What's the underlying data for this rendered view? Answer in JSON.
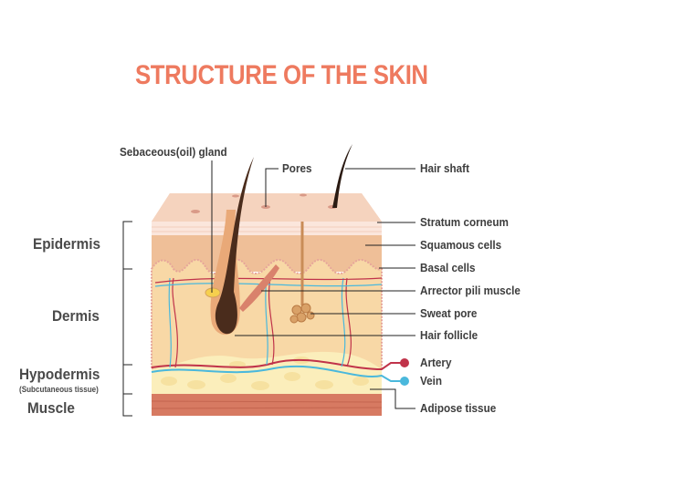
{
  "title": "STRUCTURE OF THE SKIN",
  "labels_top": {
    "sebaceous": "Sebaceous(oil) gland",
    "pores": "Pores"
  },
  "labels_right": [
    "Hair shaft",
    "Stratum corneum",
    "Squamous cells",
    "Basal cells",
    "Arrector pili muscle",
    "Sweat pore",
    "Hair follicle",
    "Artery",
    "Vein",
    "Adipose tissue"
  ],
  "labels_left": {
    "epidermis": "Epidermis",
    "dermis": "Dermis",
    "hypodermis": "Hypodermis",
    "hypodermis_sub": "(Subcutaneous tissue)",
    "muscle": "Muscle"
  },
  "colors": {
    "title": "#ee7a5f",
    "artery": "#c0334a",
    "vein": "#4ab8dc",
    "dermis": "#f7d7a4",
    "epidermis": "#f2c4a0",
    "muscle": "#d77a62",
    "adipose": "#fbeebb"
  }
}
